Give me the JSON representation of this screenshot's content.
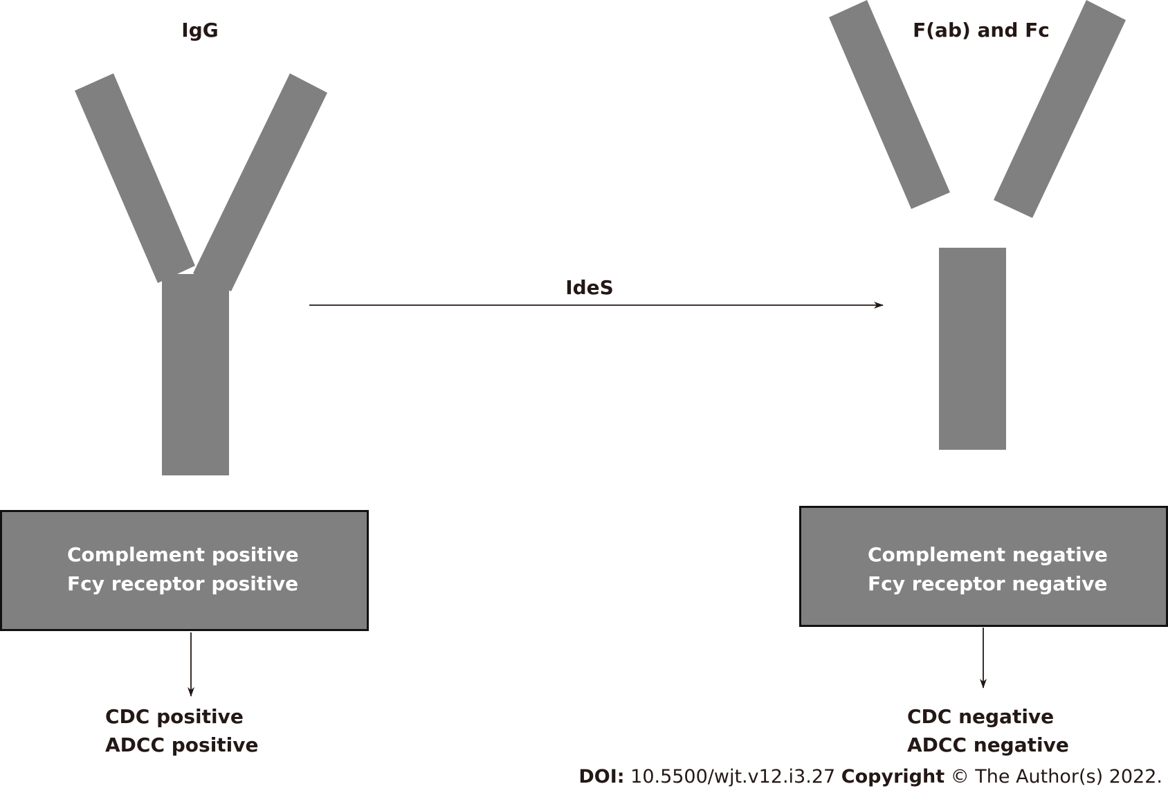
{
  "left": {
    "title": "IgG",
    "box_lines": [
      "Complement positive",
      "Fcy receptor positive"
    ],
    "result_lines": [
      "CDC positive",
      "ADCC positive"
    ]
  },
  "right": {
    "title": "F(ab) and Fc",
    "box_lines": [
      "Complement negative",
      "Fcy receptor negative"
    ],
    "result_lines": [
      "CDC negative",
      "ADCC negative"
    ]
  },
  "arrow_label": "IdeS",
  "footer": {
    "doi_label": "DOI:",
    "doi_value": "10.5500/wjt.v12.i3.27",
    "copyright_label": "Copyright",
    "copyright_text": "© The Author(s) 2022."
  },
  "colors": {
    "antibody_fill": "#808080",
    "box_fill": "#808080",
    "box_border": "#111111",
    "text": "#231815",
    "box_text": "#ffffff"
  }
}
